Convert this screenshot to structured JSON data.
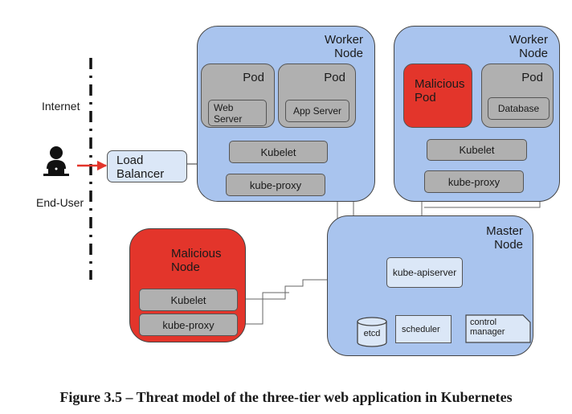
{
  "diagram": {
    "internet_label": "Internet",
    "end_user_label": "End-User",
    "load_balancer": "Load\nBalancer",
    "worker1": {
      "title": "Worker\nNode",
      "pod1": {
        "title": "Pod",
        "container": "Web\nServer"
      },
      "pod2": {
        "title": "Pod",
        "container": "App Server"
      },
      "kubelet": "Kubelet",
      "kube_proxy": "kube-proxy"
    },
    "worker2": {
      "title": "Worker\nNode",
      "malicious_pod": "Malicious\nPod",
      "pod": {
        "title": "Pod",
        "container": "Database"
      },
      "kubelet": "Kubelet",
      "kube_proxy": "kube-proxy"
    },
    "master": {
      "title": "Master\nNode",
      "apiserver": "kube-apiserver",
      "etcd": "etcd",
      "scheduler": "scheduler",
      "control_manager": "control\nmanager"
    },
    "malicious_node": {
      "title": "Malicious\nNode",
      "kubelet": "Kubelet",
      "kube_proxy": "kube-proxy"
    },
    "colors": {
      "node_blue": "#a9c4ee",
      "malicious_red": "#e3352b",
      "component_gray": "#b0b0b0",
      "arrow_red": "#e3352b"
    }
  },
  "caption": "Figure 3.5 – Threat model of the three-tier web application in Kubernetes"
}
